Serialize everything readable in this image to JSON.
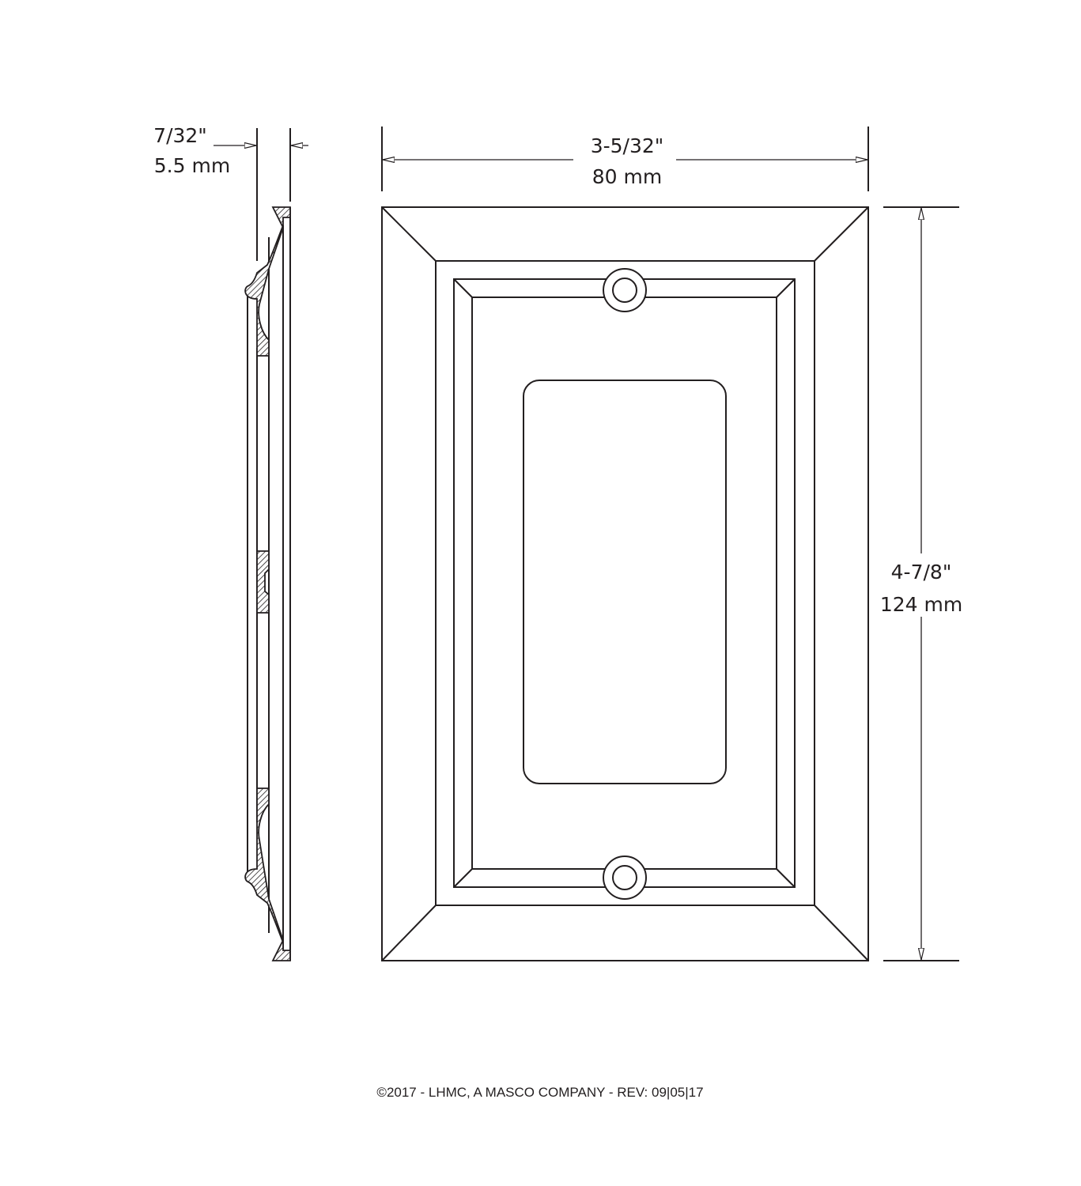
{
  "dimensions": {
    "depth": {
      "imperial": "7/32\"",
      "metric": "5.5 mm"
    },
    "width": {
      "imperial": "3-5/32\"",
      "metric": "80 mm"
    },
    "height": {
      "imperial": "4-7/8\"",
      "metric": "124 mm"
    }
  },
  "footer": {
    "copyright": "©2017 - LHMC, A MASCO COMPANY - REV: 09|05|17"
  },
  "colors": {
    "line": "#231f20",
    "background": "#ffffff"
  }
}
